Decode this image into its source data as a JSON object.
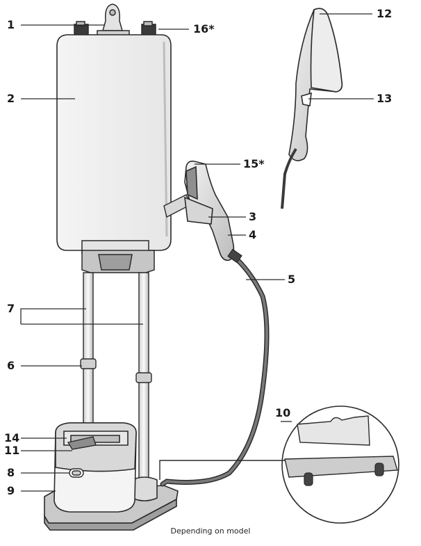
{
  "labels": {
    "l1": "1",
    "l2": "2",
    "l3": "3",
    "l4": "4",
    "l5": "5",
    "l6": "6",
    "l7": "7",
    "l8": "8",
    "l9": "9",
    "l10": "10",
    "l11": "11",
    "l12": "12",
    "l13": "13",
    "l14": "14",
    "l15": "15*",
    "l16": "16*"
  },
  "caption": "Depending on model",
  "colors": {
    "outline": "#2a2a2a",
    "body_light": "#ececec",
    "body_mid": "#d2d2d2",
    "body_dark": "#a9a9a9",
    "hose": "#6f6f6f"
  }
}
